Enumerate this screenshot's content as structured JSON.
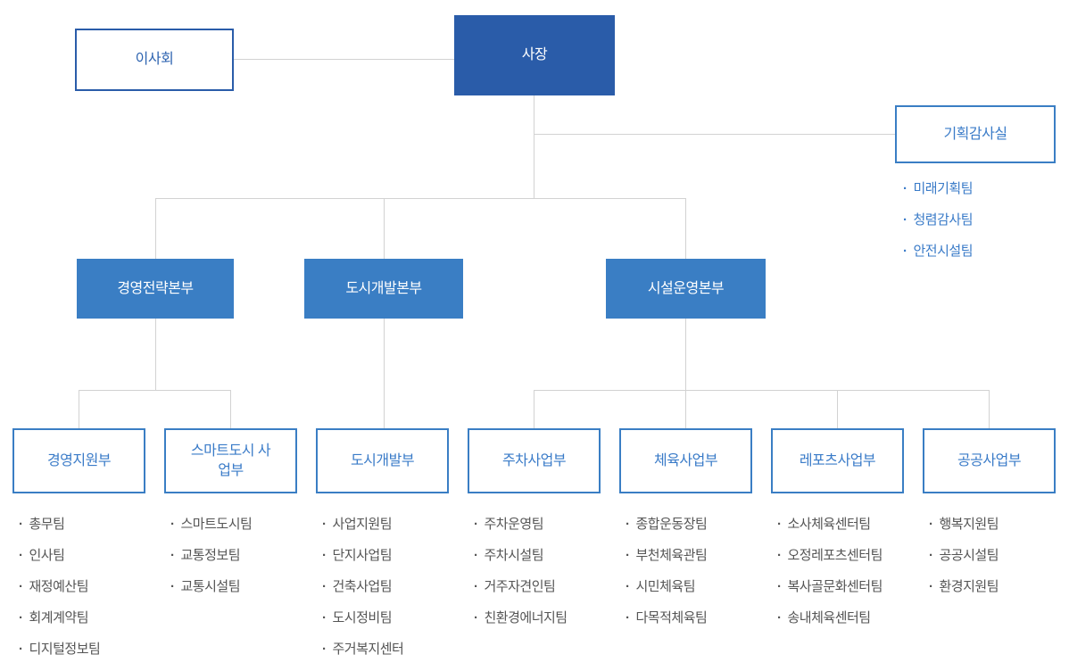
{
  "colors": {
    "president_fill": "#2a5ca9",
    "division_fill": "#3a7ec4",
    "outline_border": "#3a7ec4",
    "text_blue": "#3a7bc8",
    "team_text": "#555555",
    "connector_gray": "#d2d2d2"
  },
  "board": {
    "label": "이사회"
  },
  "president": {
    "label": "사장"
  },
  "audit": {
    "label": "기획감사실",
    "teams": [
      "미래기획팀",
      "청렴감사팀",
      "안전시설팀"
    ]
  },
  "divisions": [
    {
      "label": "경영전략본부"
    },
    {
      "label": "도시개발본부"
    },
    {
      "label": "시설운영본부"
    }
  ],
  "departments": [
    {
      "label": "경영지원부",
      "teams": [
        "총무팀",
        "인사팀",
        "재정예산팀",
        "회계계약팀",
        "디지털정보팀"
      ]
    },
    {
      "label": "스마트도시 사업부",
      "teams": [
        "스마트도시팀",
        "교통정보팀",
        "교통시설팀"
      ]
    },
    {
      "label": "도시개발부",
      "teams": [
        "사업지원팀",
        "단지사업팀",
        "건축사업팀",
        "도시정비팀",
        "주거복지센터"
      ]
    },
    {
      "label": "주차사업부",
      "teams": [
        "주차운영팀",
        "주차시설팀",
        "거주자견인팀",
        "친환경에너지팀"
      ]
    },
    {
      "label": "체육사업부",
      "teams": [
        "종합운동장팀",
        "부천체육관팀",
        "시민체육팀",
        "다목적체육팀"
      ]
    },
    {
      "label": "레포츠사업부",
      "teams": [
        "소사체육센터팀",
        "오정레포츠센터팀",
        "복사골문화센터팀",
        "송내체육센터팀"
      ]
    },
    {
      "label": "공공사업부",
      "teams": [
        "행복지원팀",
        "공공시설팀",
        "환경지원팀"
      ]
    }
  ]
}
